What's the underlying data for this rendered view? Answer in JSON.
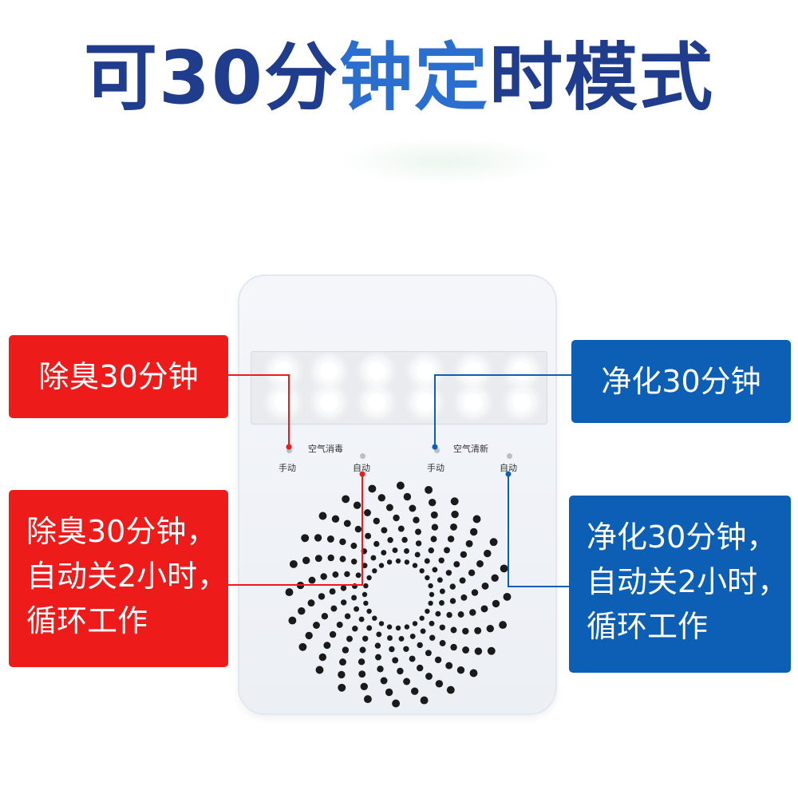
{
  "title": {
    "part1": "可30分",
    "part2": "钟定",
    "part3": "时模式"
  },
  "device": {
    "group1_label": "空气消毒",
    "group2_label": "空气清新",
    "manual_label_1": "手动",
    "auto_label_1": "自动",
    "manual_label_2": "手动",
    "auto_label_2": "自动",
    "led_rows": 2,
    "led_cols": 6
  },
  "callouts": {
    "top_left": "除臭30分钟",
    "top_right": "净化30分钟",
    "bottom_left": [
      "除臭30分钟，",
      "自动关2小时，",
      "循环工作"
    ],
    "bottom_right": [
      "净化30分钟，",
      "自动关2小时，",
      "循环工作"
    ]
  },
  "colors": {
    "title_dark": "#1f3d8c",
    "title_accent": "#2a6fd0",
    "red": "#ee1b1b",
    "blue": "#0c5fb4"
  }
}
